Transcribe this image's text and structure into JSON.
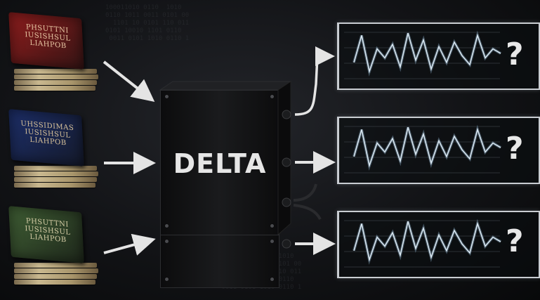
{
  "box_label": "DELTA",
  "books": [
    {
      "title": "PHSUTTNI\nIUSISHSUL\nLIAHPOB",
      "color": "#8e1d1d"
    },
    {
      "title": "UHSSIDIMAS\nIUSISHSUL\nLIAHPOB",
      "color": "#1d2f6a"
    },
    {
      "title": "PHSUTTNI\nIUSISHSUL\nLIAHPOB",
      "color": "#3f5e34"
    }
  ],
  "outputs": [
    {
      "symbol": "?"
    },
    {
      "symbol": "?"
    },
    {
      "symbol": "?"
    }
  ],
  "colors": {
    "arrow": "#e4e4e4",
    "signal": "#d8e6f0",
    "box": "#121314"
  },
  "background_text": "100011010 0110  1010\n0110 1011 0011 0101 00\n  1101 10 0101 110 011\n0101 10010 1101 0110\n 0011 0101 1010 0110 1"
}
